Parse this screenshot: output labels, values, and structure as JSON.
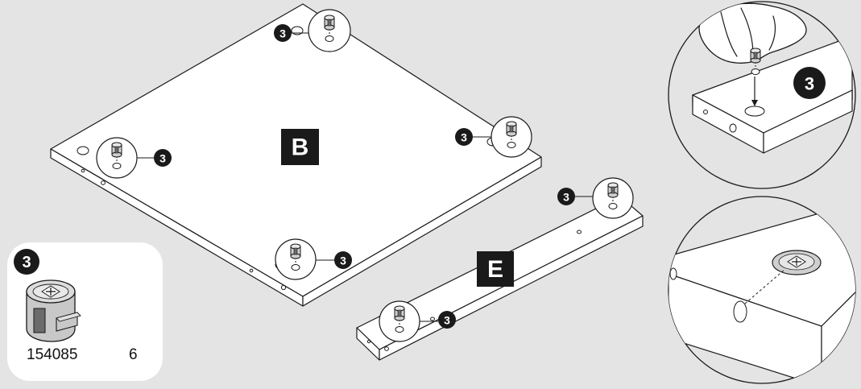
{
  "step_badge": "3",
  "part_labels": {
    "panel_b": "B",
    "panel_e": "E"
  },
  "legend": {
    "badge": "3",
    "part_number": "154085",
    "quantity": "6"
  },
  "colors": {
    "background": "#e4e4e4",
    "badge_fill": "#1a1a1a",
    "label_fill": "#1a1a1a",
    "line": "#1a1a1a"
  },
  "icons": {
    "cam_lock": "cam-lock-fitting-icon",
    "hand": "hand-pressing-icon"
  }
}
